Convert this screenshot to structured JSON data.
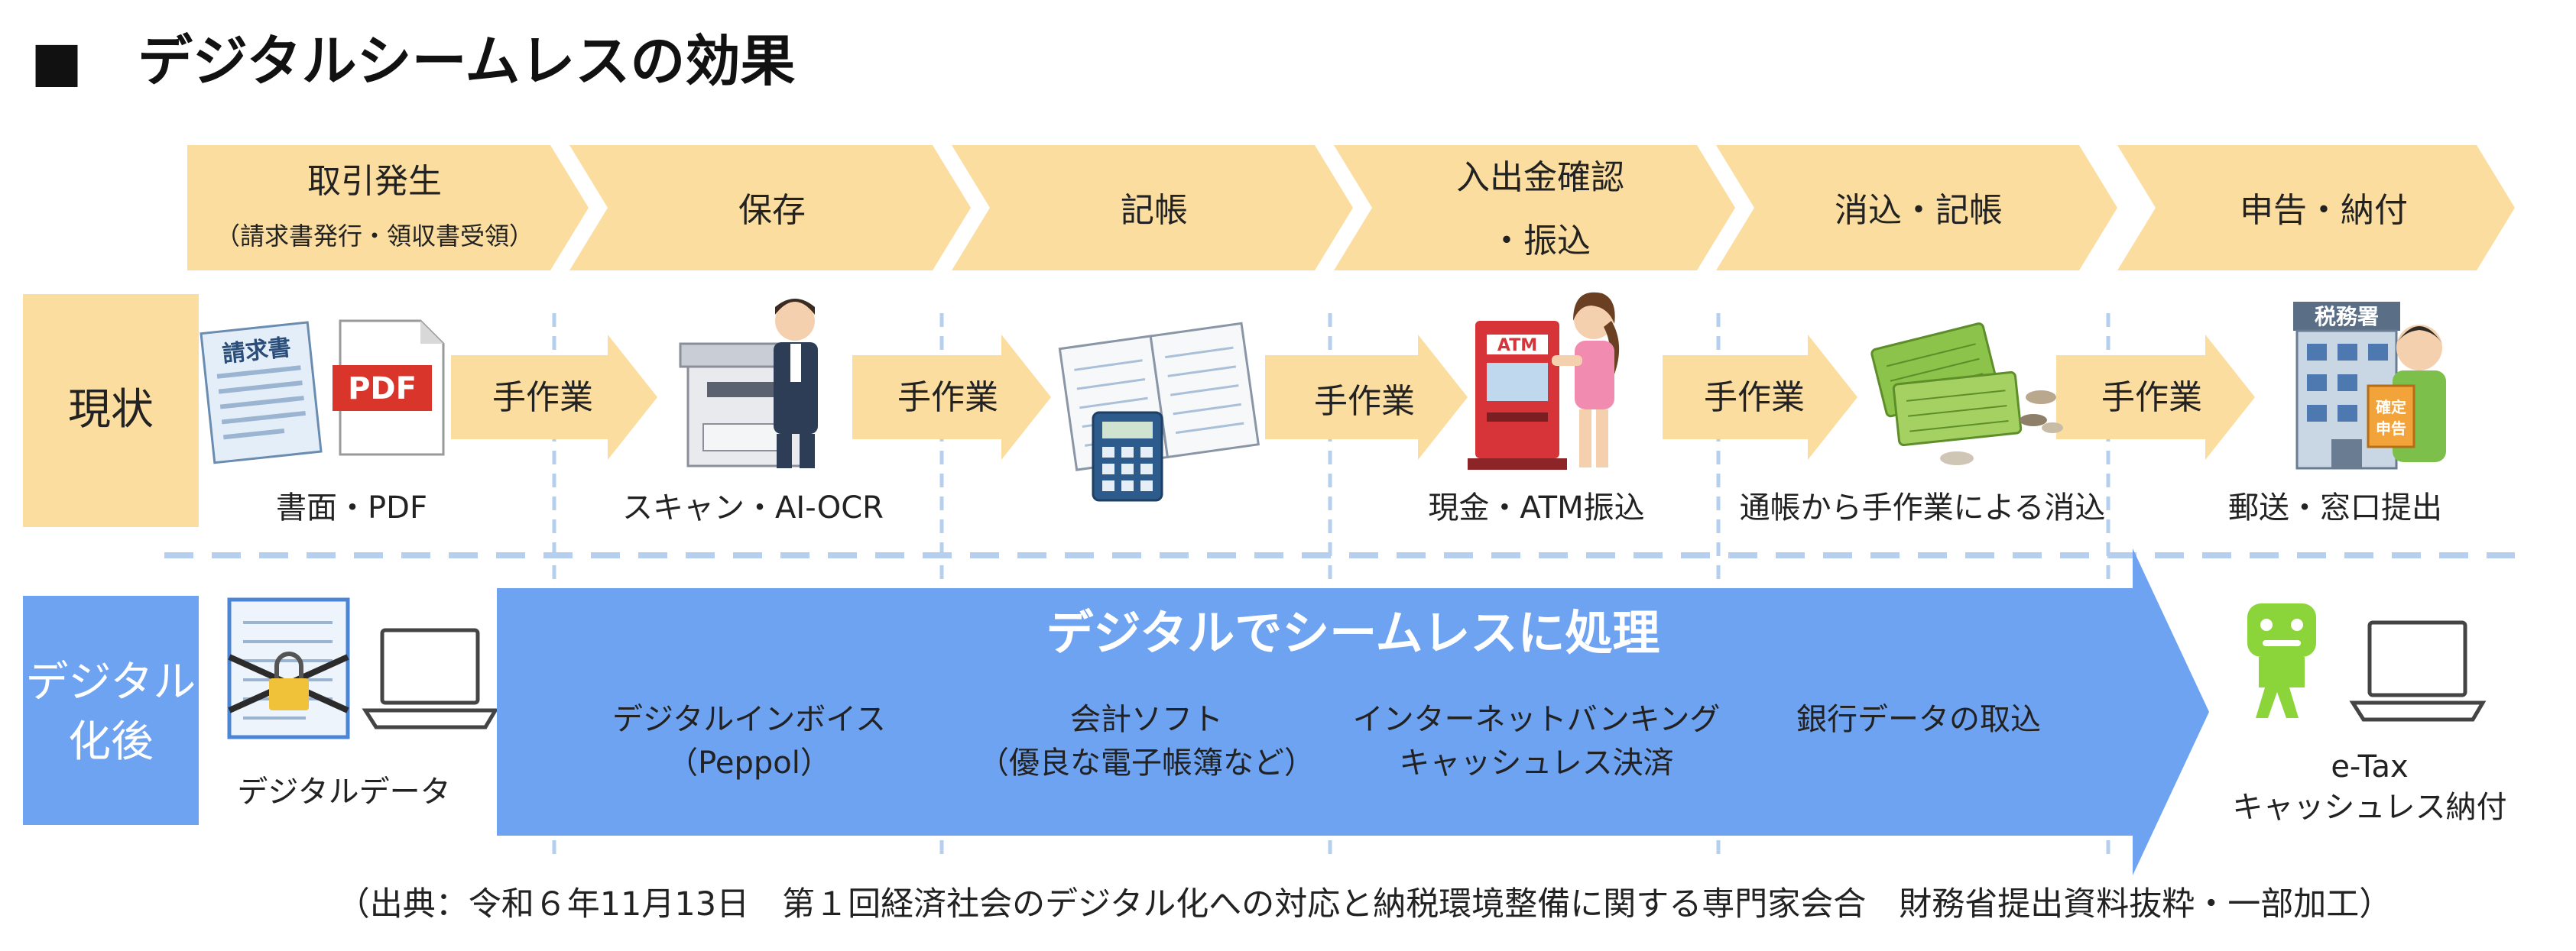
{
  "title": "■　デジタルシームレスの効果",
  "steps": [
    {
      "label": "取引発生",
      "sub": "（請求書発行・領収書受領）"
    },
    {
      "label": "保存",
      "sub": ""
    },
    {
      "label": "記帳",
      "sub": ""
    },
    {
      "label": "入出金確認",
      "sub": "・振込"
    },
    {
      "label": "消込・記帳",
      "sub": ""
    },
    {
      "label": "申告・納付",
      "sub": ""
    }
  ],
  "current": {
    "row_label": "現状",
    "manual_label": "手作業",
    "items": [
      {
        "caption": "書面・PDF",
        "icon": "invoice-pdf-icon"
      },
      {
        "caption": "スキャン・AI-OCR",
        "icon": "scanner-person-icon"
      },
      {
        "caption": "",
        "icon": "ledger-calculator-icon"
      },
      {
        "caption": "現金・ATM振込",
        "icon": "atm-person-icon"
      },
      {
        "caption": "通帳から手作業による消込",
        "icon": "passbook-icon"
      },
      {
        "caption": "郵送・窓口提出",
        "icon": "tax-office-icon"
      }
    ],
    "pdf_text": "PDF",
    "invoice_text": "請求書",
    "atm_text": "ATM",
    "tax_office_text": "税務署",
    "tax_doc_text": "確定申告"
  },
  "digital": {
    "row_label_line1": "デジタル",
    "row_label_line2": "化後",
    "start_caption": "デジタルデータ",
    "banner": "デジタルでシームレスに処理",
    "steps": [
      {
        "line1": "デジタルインボイス",
        "line2": "（Peppol）"
      },
      {
        "line1": "会計ソフト",
        "line2": "（優良な電子帳簿など）"
      },
      {
        "line1": "インターネットバンキング",
        "line2": "キャッシュレス決済"
      },
      {
        "line1": "銀行データの取込",
        "line2": ""
      }
    ],
    "end_line1": "e-Tax",
    "end_line2": "キャッシュレス納付"
  },
  "source": "（出典：令和６年11月13日　第１回経済社会のデジタル化への対応と納税環境整備に関する専門家会合　財務省提出資料抜粋・一部加工）",
  "colors": {
    "step_fill": "#FBDDA0",
    "current_label_fill": "#FBDDA0",
    "digital_label_fill": "#6EA3F2",
    "banner_fill": "#6EA3F2",
    "dashed": "#B6CFEE",
    "manual_arrow": "#FBDDA0"
  }
}
